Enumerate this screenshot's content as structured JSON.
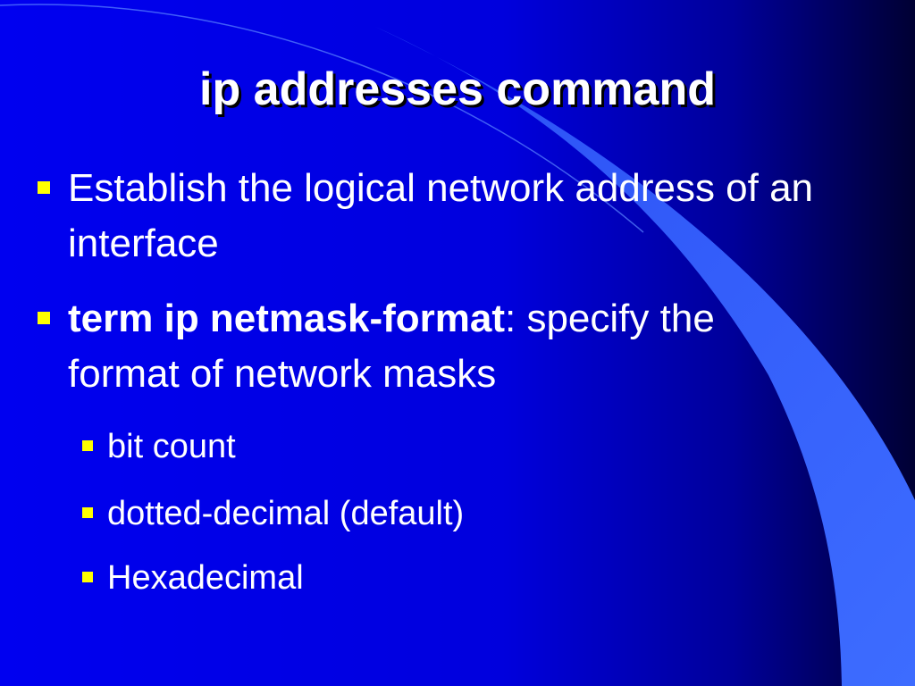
{
  "title": "ip addresses command",
  "bullets": [
    {
      "text": "Establish the logical network address of an interface"
    },
    {
      "bold": "term ip netmask-format",
      "text": ": specify the format of network masks",
      "sub": [
        "bit count",
        "dotted-decimal (default)",
        "Hexadecimal"
      ]
    }
  ],
  "colors": {
    "background": "#0000ee",
    "background_dark": "#000033",
    "swoosh": "#3366ff",
    "text": "#ffffff",
    "bullet_marker": "#ffff00",
    "title_shadow": "#000000"
  },
  "icons": {
    "bullet_marker": "yellow-square"
  }
}
